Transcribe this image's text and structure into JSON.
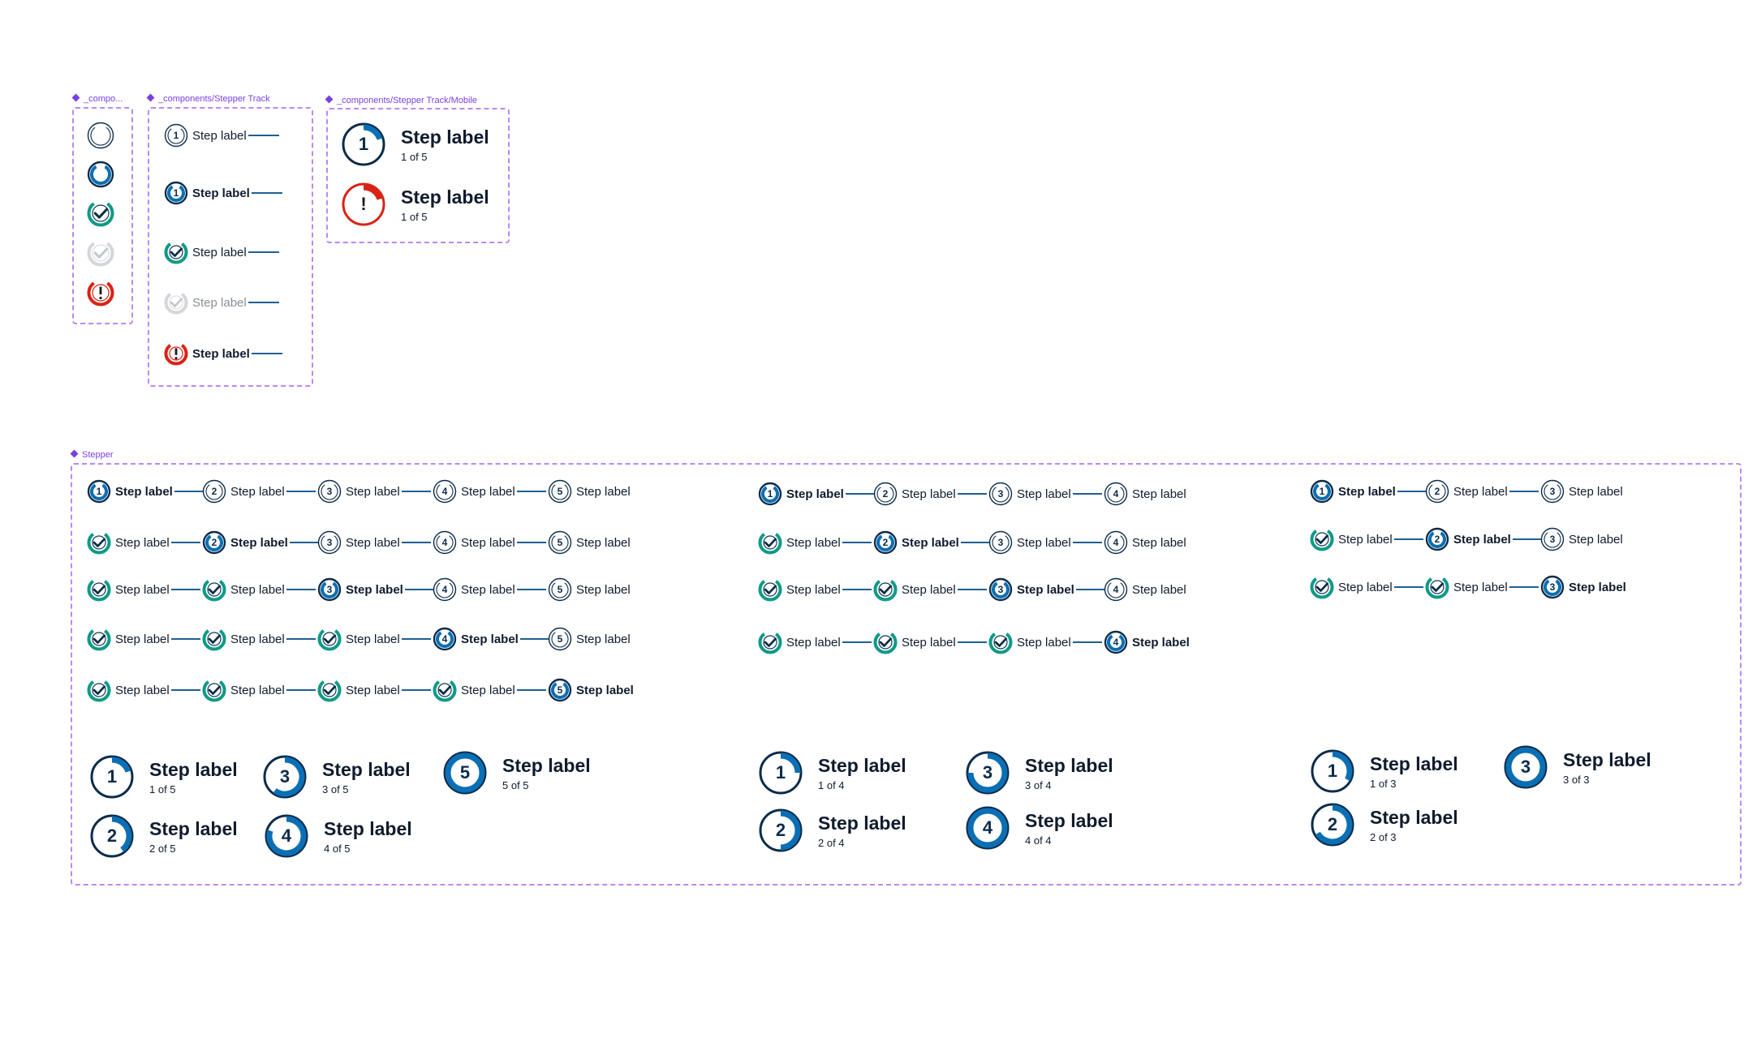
{
  "colors": {
    "accent": "#0a6fb4",
    "navy": "#0d2c4a",
    "success": "#0e9a87",
    "disabled": "#d4d6d9",
    "error": "#d92316",
    "frame": "#b98af2"
  },
  "frames": {
    "icons": {
      "title": "_compo..."
    },
    "track": {
      "title": "_components/Stepper Track"
    },
    "mobile": {
      "title": "_components/Stepper Track/Mobile"
    },
    "stepper": {
      "title": "Stepper"
    }
  },
  "icon_column": [
    {
      "icon": "step-default-icon",
      "state": "default"
    },
    {
      "icon": "step-active-icon",
      "state": "active"
    },
    {
      "icon": "check-icon",
      "state": "complete"
    },
    {
      "icon": "check-icon",
      "state": "disabled"
    },
    {
      "icon": "error-icon",
      "state": "error"
    }
  ],
  "track_items": [
    {
      "label": "Step label",
      "state": "default",
      "number": "1"
    },
    {
      "label": "Step label",
      "state": "active",
      "number": "1"
    },
    {
      "label": "Step label",
      "state": "complete"
    },
    {
      "label": "Step label",
      "state": "disabled"
    },
    {
      "label": "Step label",
      "state": "error"
    }
  ],
  "mobile_items": [
    {
      "label": "Step label",
      "sub": "1 of 5",
      "number": "1",
      "state": "progress",
      "progress": 0.2
    },
    {
      "label": "Step label",
      "sub": "1 of 5",
      "number": "!",
      "state": "error",
      "progress": 0.2
    }
  ],
  "stepper_groups": [
    {
      "steps": 5,
      "rows": [
        {
          "items": [
            {
              "label": "Step label",
              "state": "active"
            },
            {
              "label": "Step label",
              "state": "default"
            },
            {
              "label": "Step label",
              "state": "default"
            },
            {
              "label": "Step label",
              "state": "default"
            },
            {
              "label": "Step label",
              "state": "default"
            }
          ]
        },
        {
          "items": [
            {
              "label": "Step label",
              "state": "complete"
            },
            {
              "label": "Step label",
              "state": "active"
            },
            {
              "label": "Step label",
              "state": "default"
            },
            {
              "label": "Step label",
              "state": "default"
            },
            {
              "label": "Step label",
              "state": "default"
            }
          ]
        },
        {
          "items": [
            {
              "label": "Step label",
              "state": "complete"
            },
            {
              "label": "Step label",
              "state": "complete"
            },
            {
              "label": "Step label",
              "state": "active"
            },
            {
              "label": "Step label",
              "state": "default"
            },
            {
              "label": "Step label",
              "state": "default"
            }
          ]
        },
        {
          "items": [
            {
              "label": "Step label",
              "state": "complete"
            },
            {
              "label": "Step label",
              "state": "complete"
            },
            {
              "label": "Step label",
              "state": "complete"
            },
            {
              "label": "Step label",
              "state": "active"
            },
            {
              "label": "Step label",
              "state": "default"
            }
          ]
        },
        {
          "items": [
            {
              "label": "Step label",
              "state": "complete"
            },
            {
              "label": "Step label",
              "state": "complete"
            },
            {
              "label": "Step label",
              "state": "complete"
            },
            {
              "label": "Step label",
              "state": "complete"
            },
            {
              "label": "Step label",
              "state": "active"
            }
          ]
        }
      ],
      "mobile": [
        {
          "number": "1",
          "label": "Step label",
          "sub": "1 of 5",
          "progress": 0.2
        },
        {
          "number": "3",
          "label": "Step label",
          "sub": "3 of 5",
          "progress": 0.6
        },
        {
          "number": "5",
          "label": "Step label",
          "sub": "5 of 5",
          "progress": 1.0
        },
        {
          "number": "2",
          "label": "Step label",
          "sub": "2 of 5",
          "progress": 0.4
        },
        {
          "number": "4",
          "label": "Step label",
          "sub": "4 of 5",
          "progress": 0.8
        }
      ]
    },
    {
      "steps": 4,
      "rows": [
        {
          "items": [
            {
              "label": "Step label",
              "state": "active"
            },
            {
              "label": "Step label",
              "state": "default"
            },
            {
              "label": "Step label",
              "state": "default"
            },
            {
              "label": "Step label",
              "state": "default"
            }
          ]
        },
        {
          "items": [
            {
              "label": "Step label",
              "state": "complete"
            },
            {
              "label": "Step label",
              "state": "active"
            },
            {
              "label": "Step label",
              "state": "default"
            },
            {
              "label": "Step label",
              "state": "default"
            }
          ]
        },
        {
          "items": [
            {
              "label": "Step label",
              "state": "complete"
            },
            {
              "label": "Step label",
              "state": "complete"
            },
            {
              "label": "Step label",
              "state": "active"
            },
            {
              "label": "Step label",
              "state": "default"
            }
          ]
        },
        {
          "items": [
            {
              "label": "Step label",
              "state": "complete"
            },
            {
              "label": "Step label",
              "state": "complete"
            },
            {
              "label": "Step label",
              "state": "complete"
            },
            {
              "label": "Step label",
              "state": "active"
            }
          ]
        }
      ],
      "mobile": [
        {
          "number": "1",
          "label": "Step label",
          "sub": "1 of 4",
          "progress": 0.25
        },
        {
          "number": "3",
          "label": "Step label",
          "sub": "3 of 4",
          "progress": 0.75
        },
        {
          "number": "2",
          "label": "Step label",
          "sub": "2 of 4",
          "progress": 0.5
        },
        {
          "number": "4",
          "label": "Step label",
          "sub": "4 of 4",
          "progress": 1.0
        }
      ]
    },
    {
      "steps": 3,
      "rows": [
        {
          "items": [
            {
              "label": "Step label",
              "state": "active"
            },
            {
              "label": "Step label",
              "state": "default"
            },
            {
              "label": "Step label",
              "state": "default"
            }
          ]
        },
        {
          "items": [
            {
              "label": "Step label",
              "state": "complete"
            },
            {
              "label": "Step label",
              "state": "active"
            },
            {
              "label": "Step label",
              "state": "default"
            }
          ]
        },
        {
          "items": [
            {
              "label": "Step label",
              "state": "complete"
            },
            {
              "label": "Step label",
              "state": "complete"
            },
            {
              "label": "Step label",
              "state": "active"
            }
          ]
        }
      ],
      "mobile": [
        {
          "number": "1",
          "label": "Step label",
          "sub": "1 of 3",
          "progress": 0.333
        },
        {
          "number": "3",
          "label": "Step label",
          "sub": "3 of 3",
          "progress": 1.0
        },
        {
          "number": "2",
          "label": "Step label",
          "sub": "2 of 3",
          "progress": 0.667
        }
      ]
    }
  ]
}
